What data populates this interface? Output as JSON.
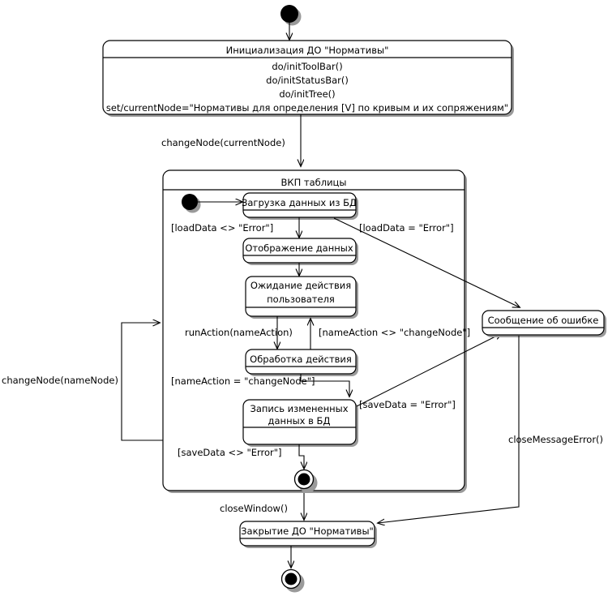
{
  "diagram": {
    "type": "uml-state-machine",
    "title": "",
    "colors": {
      "stroke": "#000000",
      "fill": "#ffffff",
      "shadow": "#9a9a9a"
    },
    "states": {
      "init_state": {
        "name": "Инициализация ДО \"Нормативы\"",
        "actions": [
          "do/initToolBar()",
          "do/initStatusBar()",
          "do/initTree()",
          "set/currentNode=\"Нормативы для определения [V] по кривым и их сопряжениям\""
        ]
      },
      "composite": {
        "name": "ВКП таблицы"
      },
      "load_data": {
        "name": "Загрузка данных из БД"
      },
      "show_data": {
        "name": "Отображение данных"
      },
      "wait_user": {
        "name": "Ожидание действия пользователя",
        "line1": "Ожидание действия",
        "line2": "пользователя"
      },
      "process_action": {
        "name": "Обработка действия"
      },
      "save_data": {
        "name": "Запись измененных данных в БД",
        "line1": "Запись измененных",
        "line2": "данных в БД"
      },
      "error_message": {
        "name": "Сообщение об ошибке"
      },
      "close_state": {
        "name": "Закрытие ДО \"Нормативы\""
      }
    },
    "pseudostates": {
      "start_top": "initial-state",
      "start_inner": "initial-state",
      "end_inner": "final-state",
      "end_bottom": "final-state"
    },
    "transitions": [
      {
        "id": "t1",
        "label": "",
        "from": "start_top",
        "to": "init_state"
      },
      {
        "id": "t2",
        "label": "changeNode(currentNode)",
        "from": "init_state",
        "to": "composite"
      },
      {
        "id": "t3",
        "label": "",
        "from": "start_inner",
        "to": "load_data"
      },
      {
        "id": "t4",
        "label": "[loadData <> \"Error\"]",
        "from": "load_data",
        "to": "show_data"
      },
      {
        "id": "t5",
        "label": "[loadData = \"Error\"]",
        "from": "load_data",
        "to": "error_message"
      },
      {
        "id": "t6",
        "label": "",
        "from": "show_data",
        "to": "wait_user"
      },
      {
        "id": "t7",
        "label": "runAction(nameAction)",
        "from": "wait_user",
        "to": "process_action"
      },
      {
        "id": "t8",
        "label": "[nameAction <> \"changeNode\"]",
        "from": "process_action",
        "to": "wait_user"
      },
      {
        "id": "t9",
        "label": "[nameAction = \"changeNode\"]",
        "from": "process_action",
        "to": "save_data"
      },
      {
        "id": "t10",
        "label": "[saveData = \"Error\"]",
        "from": "save_data",
        "to": "error_message"
      },
      {
        "id": "t11",
        "label": "[saveData <> \"Error\"]",
        "from": "save_data",
        "to": "end_inner"
      },
      {
        "id": "t12",
        "label": "changeNode(nameNode)",
        "from": "save_data",
        "to": "load_data"
      },
      {
        "id": "t13",
        "label": "closeWindow()",
        "from": "composite",
        "to": "close_state"
      },
      {
        "id": "t14",
        "label": "closeMessageError()",
        "from": "error_message",
        "to": "close_state"
      },
      {
        "id": "t15",
        "label": "",
        "from": "close_state",
        "to": "end_bottom"
      }
    ]
  }
}
